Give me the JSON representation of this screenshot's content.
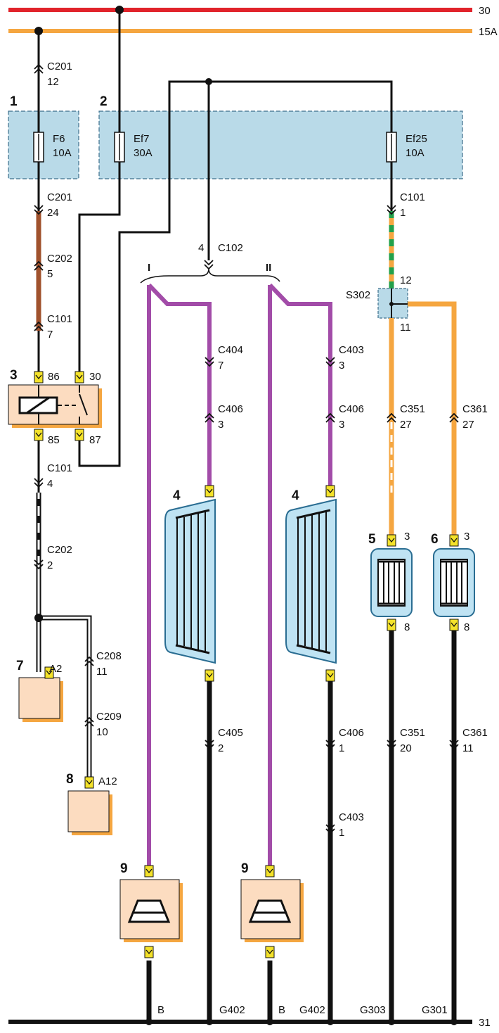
{
  "rails": {
    "r30": "30",
    "r15a": "15A",
    "r31": "31"
  },
  "components": {
    "c1": "1",
    "c2": "2",
    "c3": "3",
    "c4a": "4",
    "c4b": "4",
    "c5": "5",
    "c6": "6",
    "c7": "7",
    "c8": "8",
    "c9a": "9",
    "c9b": "9"
  },
  "fuses": [
    {
      "name": "F6",
      "rating": "10A"
    },
    {
      "name": "Ef7",
      "rating": "30A"
    },
    {
      "name": "Ef25",
      "rating": "10A"
    }
  ],
  "relay_pins": {
    "p86": "86",
    "p30": "30",
    "p85": "85",
    "p87": "87"
  },
  "connectors": {
    "c201_12": [
      "C201",
      "12"
    ],
    "c201_24": [
      "C201",
      "24"
    ],
    "c202_5": [
      "C202",
      "5"
    ],
    "c101_7": [
      "C101",
      "7"
    ],
    "c101_4": [
      "C101",
      "4"
    ],
    "c202_2": [
      "C202",
      "2"
    ],
    "c208_11": [
      "C208",
      "11"
    ],
    "c209_10": [
      "C209",
      "10"
    ],
    "c101_1": [
      "C101",
      "1"
    ],
    "c404_7": [
      "C404",
      "7"
    ],
    "c406_3a": [
      "C406",
      "3"
    ],
    "c403_3": [
      "C403",
      "3"
    ],
    "c406_3b": [
      "C406",
      "3"
    ],
    "c351_27": [
      "C351",
      "27"
    ],
    "c361_27": [
      "C361",
      "27"
    ],
    "c405_2": [
      "C405",
      "2"
    ],
    "c406_1": [
      "C406",
      "1"
    ],
    "c403_1": [
      "C403",
      "1"
    ],
    "c351_20": [
      "C351",
      "20"
    ],
    "c361_11": [
      "C361",
      "11"
    ]
  },
  "c102": {
    "pin": "4",
    "name": "C102"
  },
  "branches": {
    "b1": "I",
    "b2": "II"
  },
  "splice": {
    "name": "S302",
    "pin_in": "12",
    "pin_out": "11"
  },
  "pins": {
    "a2": "A2",
    "a12": "A12",
    "m5_top": "3",
    "m5_bot": "8",
    "m6_top": "3",
    "m6_bot": "8"
  },
  "grounds": {
    "g1": "B",
    "g2": "G402",
    "g3": "B",
    "g4": "G402",
    "g5": "G303",
    "g6": "G301"
  },
  "colors": {
    "red": "#e1232b",
    "orange": "#f5a640",
    "brown": "#a0522d",
    "purple": "#a24ca8",
    "green": "#22a04a",
    "black": "#111111",
    "module_fill": "#b9dae8",
    "module_border": "#3e6f8c",
    "comp_fill": "#fcdcc0",
    "comp_shadow": "#f5a640",
    "heater_fill": "#bfe3f3",
    "heater_stroke": "#2a6d92",
    "pin_yellow": "#f4e22a"
  }
}
